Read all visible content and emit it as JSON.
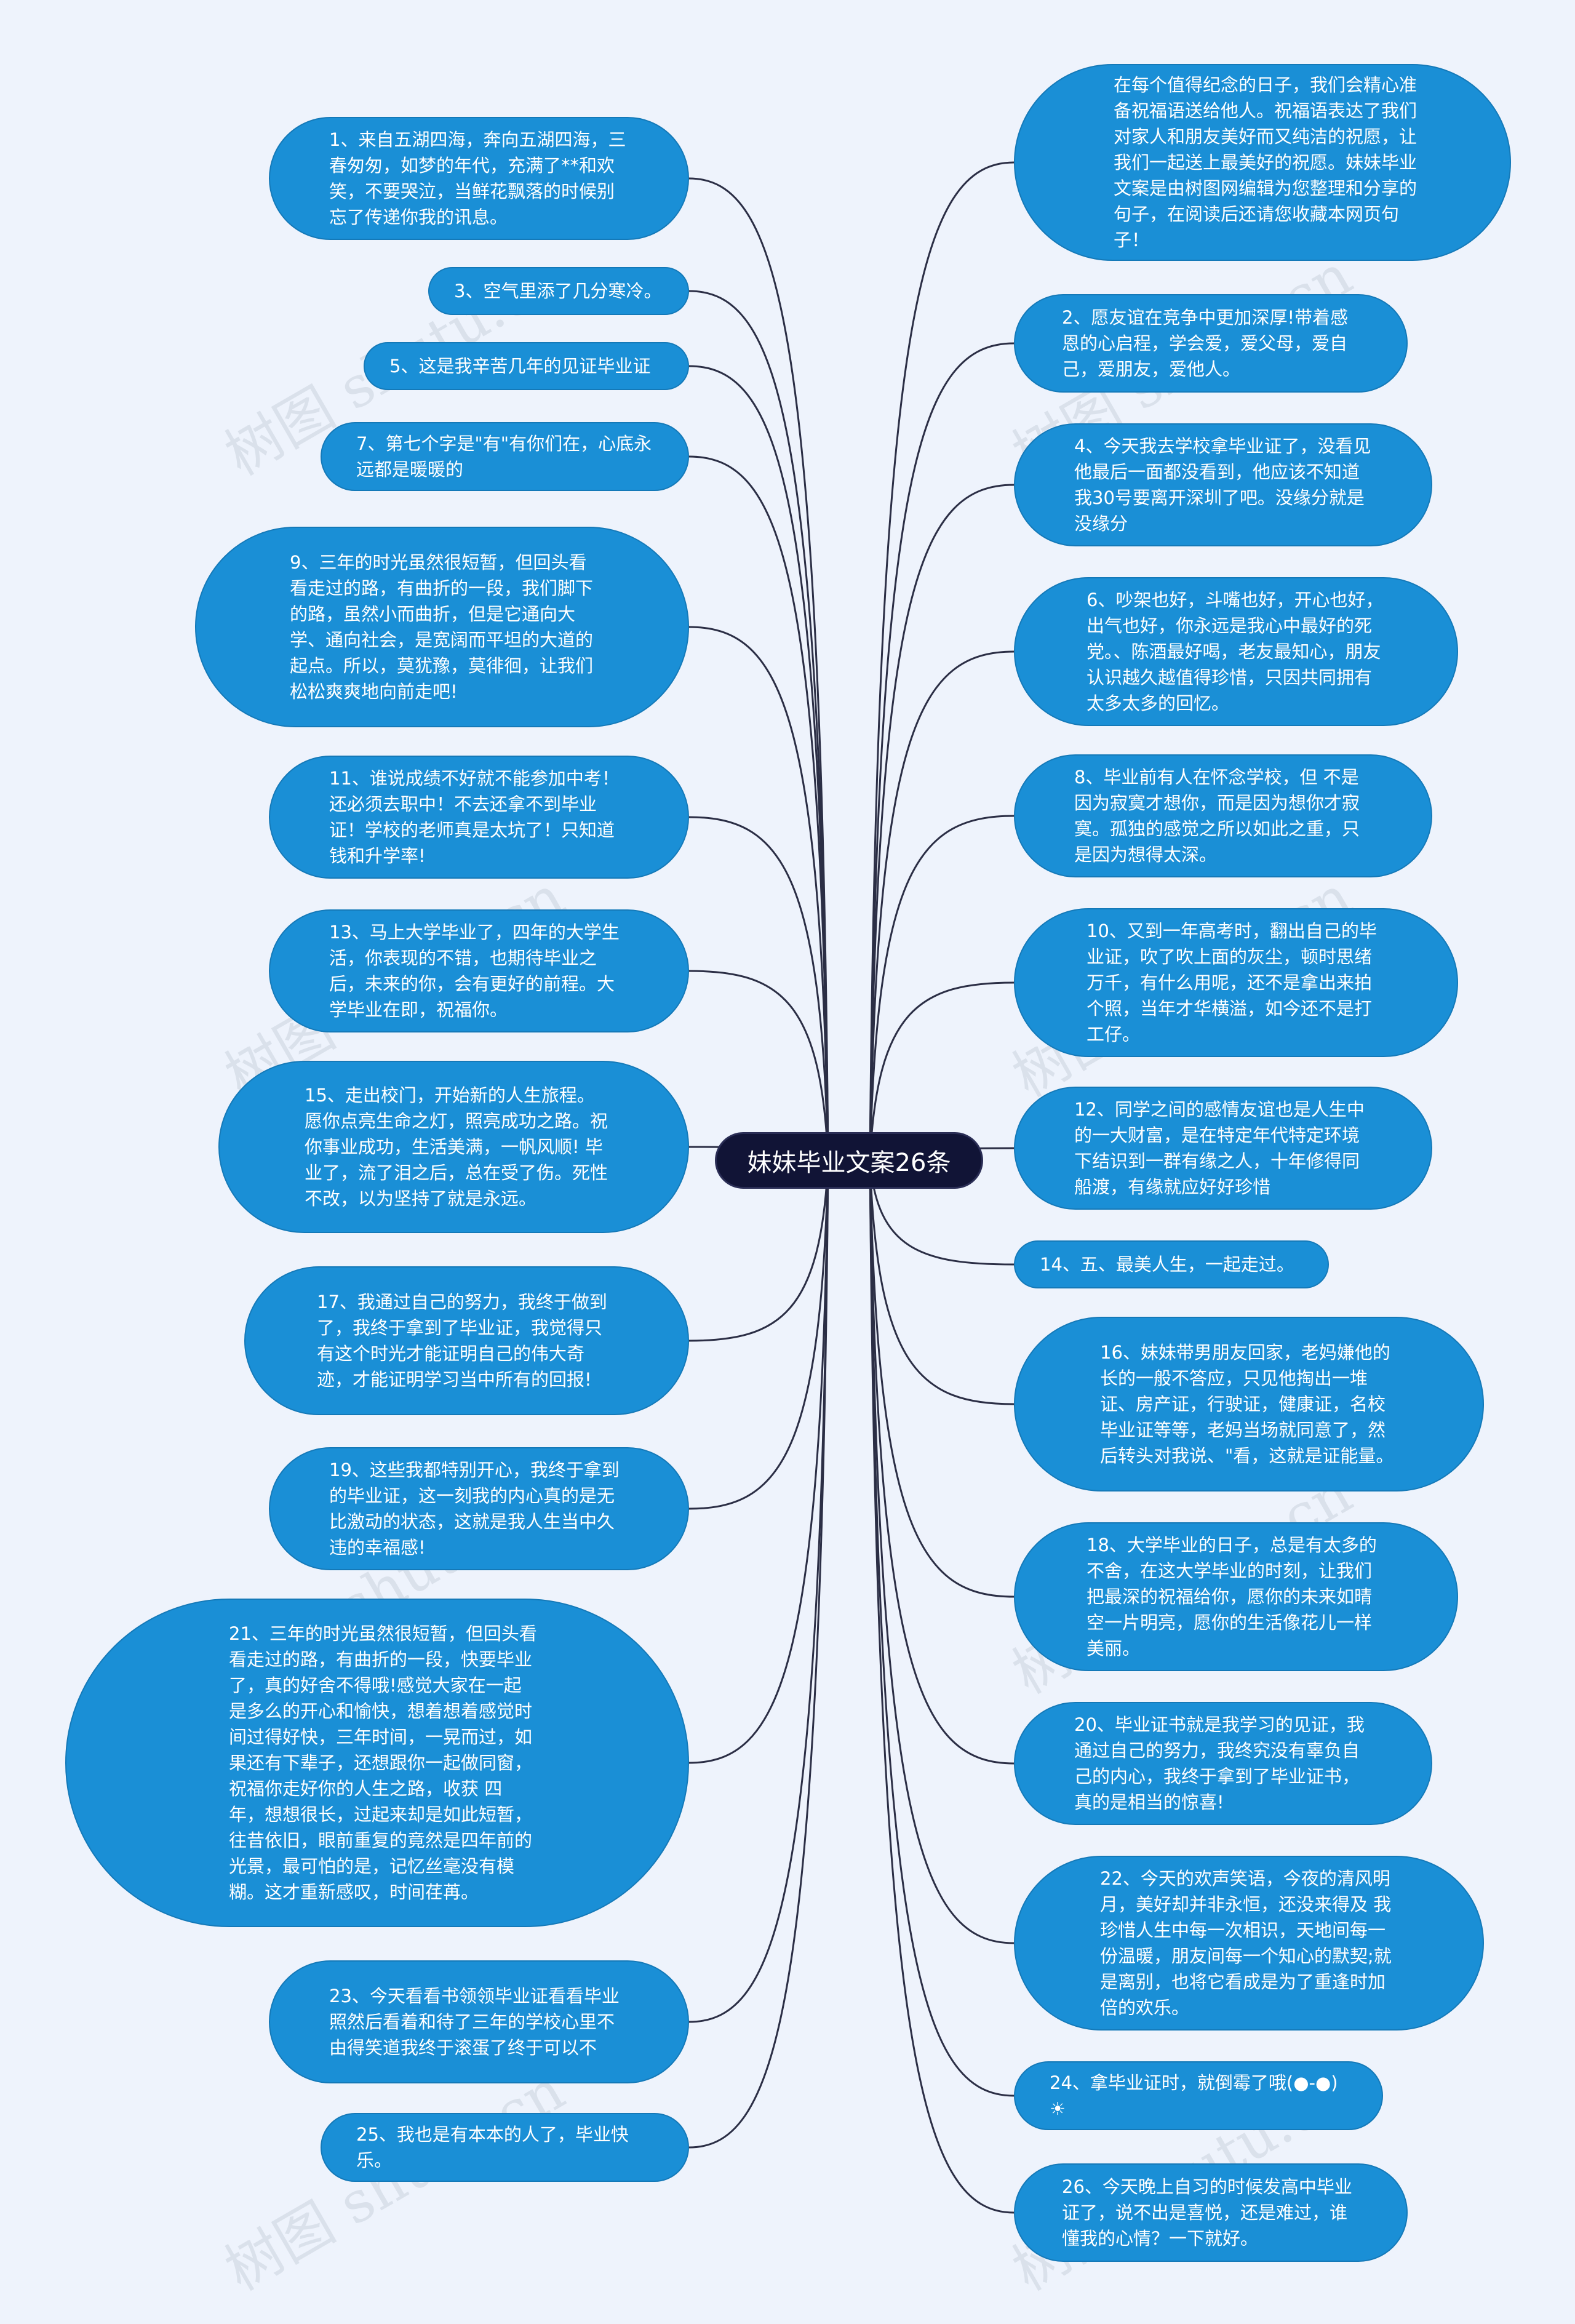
{
  "watermark": "树图 shutu.cn",
  "colors": {
    "background": "#EEF3FC",
    "node_fill": "#1A8FD6",
    "center_fill": "#111436",
    "line": "#2B2E45"
  },
  "center": {
    "label": "妹妹毕业文案26条"
  },
  "left_nodes": [
    {
      "id": "n1",
      "text": "1、来自五湖四海，奔向五湖四海，三春匆匆，如梦的年代，充满了**和欢笑，不要哭泣，当鲜花飘落的时候别忘了传递你我的讯息。"
    },
    {
      "id": "n3",
      "text": "3、空气里添了几分寒冷。"
    },
    {
      "id": "n5",
      "text": "5、这是我辛苦几年的见证毕业证"
    },
    {
      "id": "n7",
      "text": "7、第七个字是\"有\"有你们在，心底永远都是暖暖的"
    },
    {
      "id": "n9",
      "text": "9、三年的时光虽然很短暂，但回头看看走过的路，有曲折的一段，我们脚下的路，虽然小而曲折，但是它通向大学、通向社会，是宽阔而平坦的大道的起点。所以，莫犹豫，莫徘徊，让我们松松爽爽地向前走吧!"
    },
    {
      "id": "n11",
      "text": "11、谁说成绩不好就不能参加中考！还必须去职中！不去还拿不到毕业证！学校的老师真是太坑了！只知道钱和升学率!"
    },
    {
      "id": "n13",
      "text": "13、马上大学毕业了，四年的大学生活，你表现的不错，也期待毕业之后，未来的你，会有更好的前程。大学毕业在即，祝福你。"
    },
    {
      "id": "n15",
      "text": "15、走出校门，开始新的人生旅程。愿你点亮生命之灯，照亮成功之路。祝你事业成功，生活美满，一帆风顺! 毕业了，流了泪之后，总在受了伤。死性不改，以为坚持了就是永远。"
    },
    {
      "id": "n17",
      "text": "17、我通过自己的努力，我终于做到了，我终于拿到了毕业证，我觉得只有这个时光才能证明自己的伟大奇迹，才能证明学习当中所有的回报!"
    },
    {
      "id": "n19",
      "text": "19、这些我都特别开心，我终于拿到的毕业证，这一刻我的内心真的是无比激动的状态，这就是我人生当中久违的幸福感!"
    },
    {
      "id": "n21",
      "text": "21、三年的时光虽然很短暂，但回头看看走过的路，有曲折的一段，快要毕业了，真的好舍不得哦!感觉大家在一起是多么的开心和愉快，想着想着感觉时间过得好快，三年时间，一晃而过，如果还有下辈子，还想跟你一起做同窗，祝福你走好你的人生之路，收获 四年，想想很长，过起来却是如此短暂，往昔依旧，眼前重复的竟然是四年前的光景，最可怕的是，记忆丝毫没有模糊。这才重新感叹，时间荏苒。"
    },
    {
      "id": "n23",
      "text": "23、今天看看书领领毕业证看看毕业照然后看着和待了三年的学校心里不由得笑道我终于滚蛋了终于可以不"
    },
    {
      "id": "n25",
      "text": "25、我也是有本本的人了，毕业快乐。"
    }
  ],
  "right_nodes": [
    {
      "id": "intro",
      "text": "在每个值得纪念的日子，我们会精心准备祝福语送给他人。祝福语表达了我们对家人和朋友美好而又纯洁的祝愿，让我们一起送上最美好的祝愿。妹妹毕业文案是由树图网编辑为您整理和分享的句子，在阅读后还请您收藏本网页句子！"
    },
    {
      "id": "n2",
      "text": "2、愿友谊在竞争中更加深厚!带着感恩的心启程，学会爱，爱父母，爱自己，爱朋友，爱他人。"
    },
    {
      "id": "n4",
      "text": "4、今天我去学校拿毕业证了，没看见他最后一面都没看到，他应该不知道我30号要离开深圳了吧。没缘分就是没缘分"
    },
    {
      "id": "n6",
      "text": "6、吵架也好，斗嘴也好，开心也好，出气也好，你永远是我心中最好的死党。、陈酒最好喝，老友最知心，朋友认识越久越值得珍惜，只因共同拥有太多太多的回忆。"
    },
    {
      "id": "n8",
      "text": "8、毕业前有人在怀念学校，但 不是因为寂寞才想你，而是因为想你才寂寞。孤独的感觉之所以如此之重，只是因为想得太深。"
    },
    {
      "id": "n10",
      "text": "10、又到一年高考时，翻出自己的毕业证，吹了吹上面的灰尘，顿时思绪万千，有什么用呢，还不是拿出来拍个照，当年才华横溢，如今还不是打工仔。"
    },
    {
      "id": "n12",
      "text": "12、同学之间的感情友谊也是人生中的一大财富，是在特定年代特定环境下结识到一群有缘之人，十年修得同船渡，有缘就应好好珍惜"
    },
    {
      "id": "n14",
      "text": "14、五、最美人生，一起走过。"
    },
    {
      "id": "n16",
      "text": "16、妹妹带男朋友回家，老妈嫌他的长的一般不答应，只见他掏出一堆证、房产证，行驶证，健康证，名校毕业证等等，老妈当场就同意了，然后转头对我说、\"看，这就是证能量。"
    },
    {
      "id": "n18",
      "text": "18、大学毕业的日子，总是有太多的不舍，在这大学毕业的时刻，让我们把最深的祝福给你，愿你的未来如晴空一片明亮，愿你的生活像花儿一样美丽。"
    },
    {
      "id": "n20",
      "text": "20、毕业证书就是我学习的见证，我通过自己的努力，我终究没有辜负自己的内心，我终于拿到了毕业证书，真的是相当的惊喜!"
    },
    {
      "id": "n22",
      "text": "22、今天的欢声笑语，今夜的清风明月，美好却并非永恒，还没来得及 我珍惜人生中每一次相识，天地间每一份温暖，朋友间每一个知心的默契;就是离别，也将它看成是为了重逢时加倍的欢乐。"
    },
    {
      "id": "n24",
      "text": "24、拿毕业证时，就倒霉了哦(●-●)☀"
    },
    {
      "id": "n26",
      "text": "26、今天晚上自习的时候发高中毕业证了，说不出是喜悦，还是难过，谁懂我的心情？一下就好。"
    }
  ]
}
